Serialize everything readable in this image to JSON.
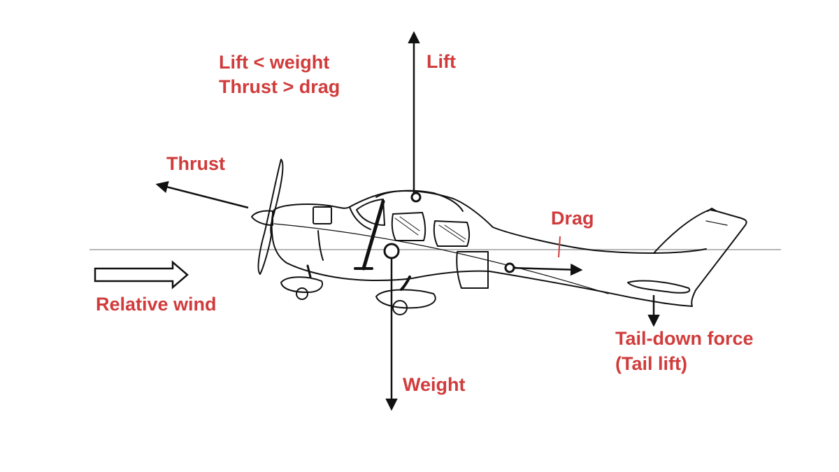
{
  "colors": {
    "label": "#d13b3b",
    "line": "#111111",
    "horizon": "#8a8a8a"
  },
  "labels": {
    "condition_lift": "Lift < weight",
    "condition_thrust": "Thrust > drag",
    "lift": "Lift",
    "thrust": "Thrust",
    "drag": "Drag",
    "relative_wind": "Relative wind",
    "weight": "Weight",
    "tail_force": "Tail-down force",
    "tail_lift": "(Tail lift)"
  }
}
